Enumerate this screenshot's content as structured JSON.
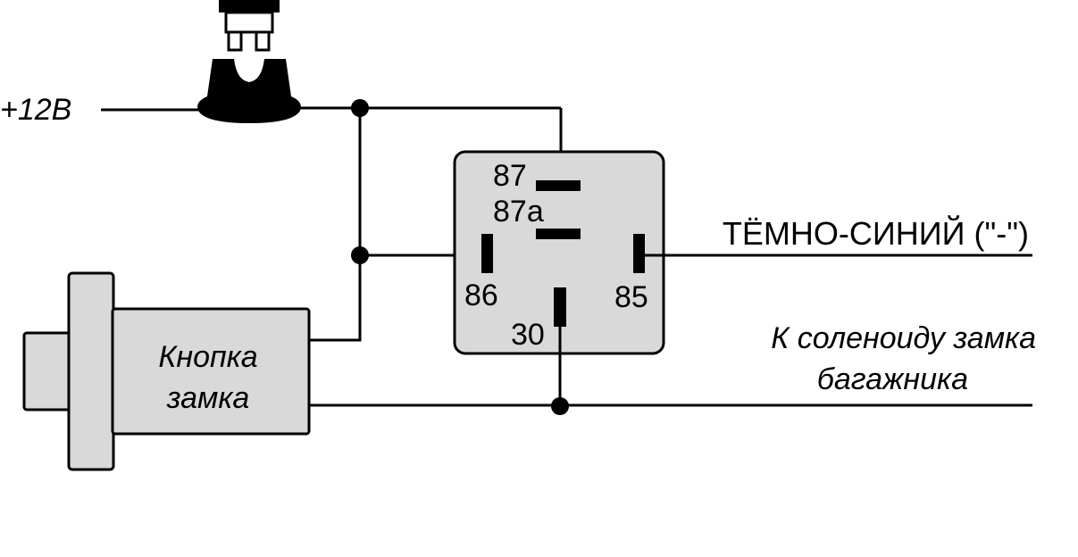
{
  "labels": {
    "supply": "+12В",
    "wire_color": "ТЁМНО-СИНИЙ (\"-\")",
    "destination_line1": "К соленоиду замка",
    "destination_line2": "багажника"
  },
  "relay": {
    "pins": {
      "p87": "87",
      "p87a": "87a",
      "p86": "86",
      "p85": "85",
      "p30": "30"
    }
  },
  "button": {
    "line1": "Кнопка",
    "line2": "замка"
  }
}
